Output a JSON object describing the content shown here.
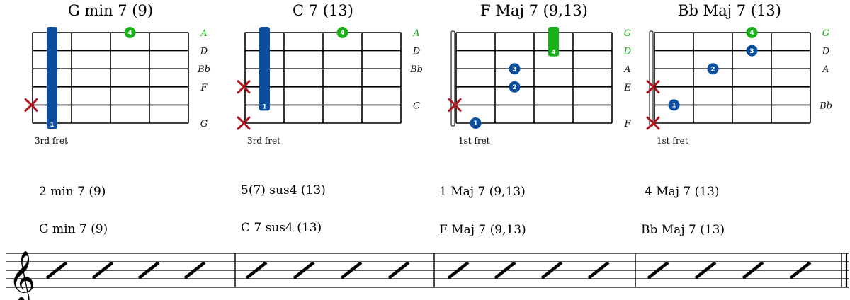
{
  "colors": {
    "blue": "#0a4f9e",
    "green": "#1ab01a",
    "mute": "#b0151d",
    "ink": "#111111"
  },
  "chords": [
    {
      "title": "G min 7 (9)",
      "fret_label": "3rd fret",
      "nut": false,
      "strings_top_to_bottom": [
        "A",
        "D",
        "Bb",
        "F",
        "",
        "G"
      ],
      "highlight_strings": [
        "A"
      ],
      "muted_strings": [
        4
      ],
      "barre": {
        "fret": 1,
        "from_string": 0,
        "to_string": 5,
        "finger": "1"
      },
      "notes": [
        {
          "string": 0,
          "fret": 3,
          "finger": "4",
          "color": "green"
        }
      ]
    },
    {
      "title": "C 7 (13)",
      "fret_label": "3rd fret",
      "nut": false,
      "strings_top_to_bottom": [
        "A",
        "D",
        "Bb",
        "",
        "C",
        ""
      ],
      "highlight_strings": [
        "A"
      ],
      "muted_strings": [
        3,
        5
      ],
      "barre": {
        "fret": 1,
        "from_string": 0,
        "to_string": 4,
        "finger": "1"
      },
      "notes": [
        {
          "string": 0,
          "fret": 3,
          "finger": "4",
          "color": "green"
        }
      ]
    },
    {
      "title": "F Maj 7 (9,13)",
      "fret_label": "1st fret",
      "nut": true,
      "strings_top_to_bottom": [
        "G",
        "D",
        "A",
        "E",
        "",
        "F"
      ],
      "highlight_strings": [
        "G",
        "D"
      ],
      "muted_strings": [
        4
      ],
      "barre": {
        "fret": 3,
        "from_string": 0,
        "to_string": 1,
        "finger": "4",
        "color": "green"
      },
      "notes": [
        {
          "string": 2,
          "fret": 2,
          "finger": "3",
          "color": "blue"
        },
        {
          "string": 3,
          "fret": 2,
          "finger": "2",
          "color": "blue"
        },
        {
          "string": 5,
          "fret": 1,
          "finger": "1",
          "color": "blue"
        }
      ]
    },
    {
      "title": "Bb Maj 7 (13)",
      "fret_label": "1st fret",
      "nut": true,
      "strings_top_to_bottom": [
        "G",
        "D",
        "A",
        "",
        "Bb",
        ""
      ],
      "highlight_strings": [
        "G"
      ],
      "muted_strings": [
        3,
        5
      ],
      "barre": null,
      "notes": [
        {
          "string": 0,
          "fret": 3,
          "finger": "4",
          "color": "green"
        },
        {
          "string": 1,
          "fret": 3,
          "finger": "3",
          "color": "blue"
        },
        {
          "string": 2,
          "fret": 2,
          "finger": "2",
          "color": "blue"
        },
        {
          "string": 4,
          "fret": 1,
          "finger": "1",
          "color": "blue"
        }
      ]
    }
  ],
  "roman_numerals": [
    "2 min 7 (9)",
    "5(7) sus4 (13)",
    "1 Maj 7 (9,13)",
    "4 Maj 7 (13)"
  ],
  "staff_chords": [
    "G min 7 (9)",
    "C 7 sus4 (13)",
    "F Maj 7 (9,13)",
    "Bb Maj 7 (13)"
  ],
  "staff": {
    "clef": "treble",
    "measures": 4,
    "slashes_per_measure": 4,
    "final_barline": true
  }
}
